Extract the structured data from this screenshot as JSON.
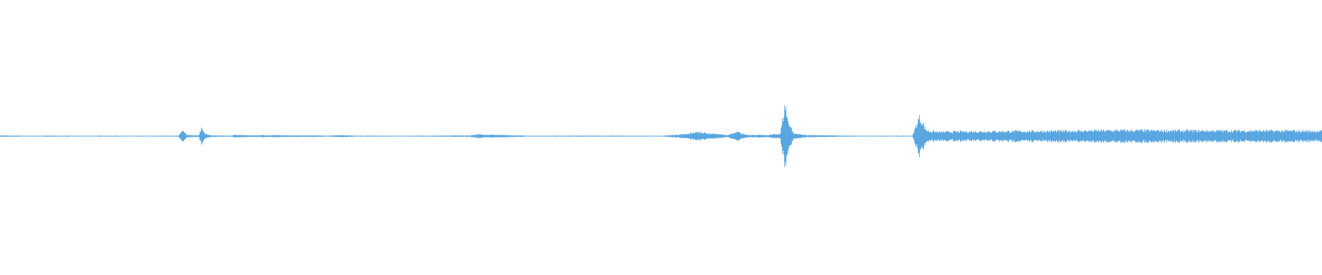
{
  "waveform": {
    "color": "#5aa6e0",
    "normalized_peaks": {
      "time_fraction": [
        0.0,
        0.02,
        0.04,
        0.06,
        0.08,
        0.1,
        0.12,
        0.135,
        0.138,
        0.141,
        0.15,
        0.152,
        0.155,
        0.16,
        0.175,
        0.178,
        0.19,
        0.2,
        0.25,
        0.257,
        0.27,
        0.3,
        0.355,
        0.36,
        0.4,
        0.45,
        0.5,
        0.52,
        0.523,
        0.53,
        0.535,
        0.54,
        0.545,
        0.55,
        0.558,
        0.56,
        0.565,
        0.58,
        0.59,
        0.594,
        0.595,
        0.6,
        0.61,
        0.65,
        0.69,
        0.695,
        0.697,
        0.7,
        0.702,
        0.705,
        0.71,
        0.72,
        0.75,
        0.8,
        0.85,
        0.9,
        0.95,
        1.0
      ],
      "amplitude": [
        0.02,
        0.01,
        0.015,
        0.01,
        0.012,
        0.01,
        0.012,
        0.015,
        0.18,
        0.03,
        0.02,
        0.22,
        0.06,
        0.02,
        0.015,
        0.04,
        0.02,
        0.03,
        0.015,
        0.03,
        0.015,
        0.01,
        0.02,
        0.05,
        0.012,
        0.015,
        0.01,
        0.06,
        0.1,
        0.12,
        0.08,
        0.07,
        0.05,
        0.03,
        0.12,
        0.08,
        0.04,
        0.03,
        0.07,
        1.0,
        0.55,
        0.08,
        0.03,
        0.01,
        0.012,
        0.55,
        0.45,
        0.2,
        0.15,
        0.14,
        0.12,
        0.13,
        0.14,
        0.15,
        0.17,
        0.16,
        0.16,
        0.15
      ]
    }
  }
}
